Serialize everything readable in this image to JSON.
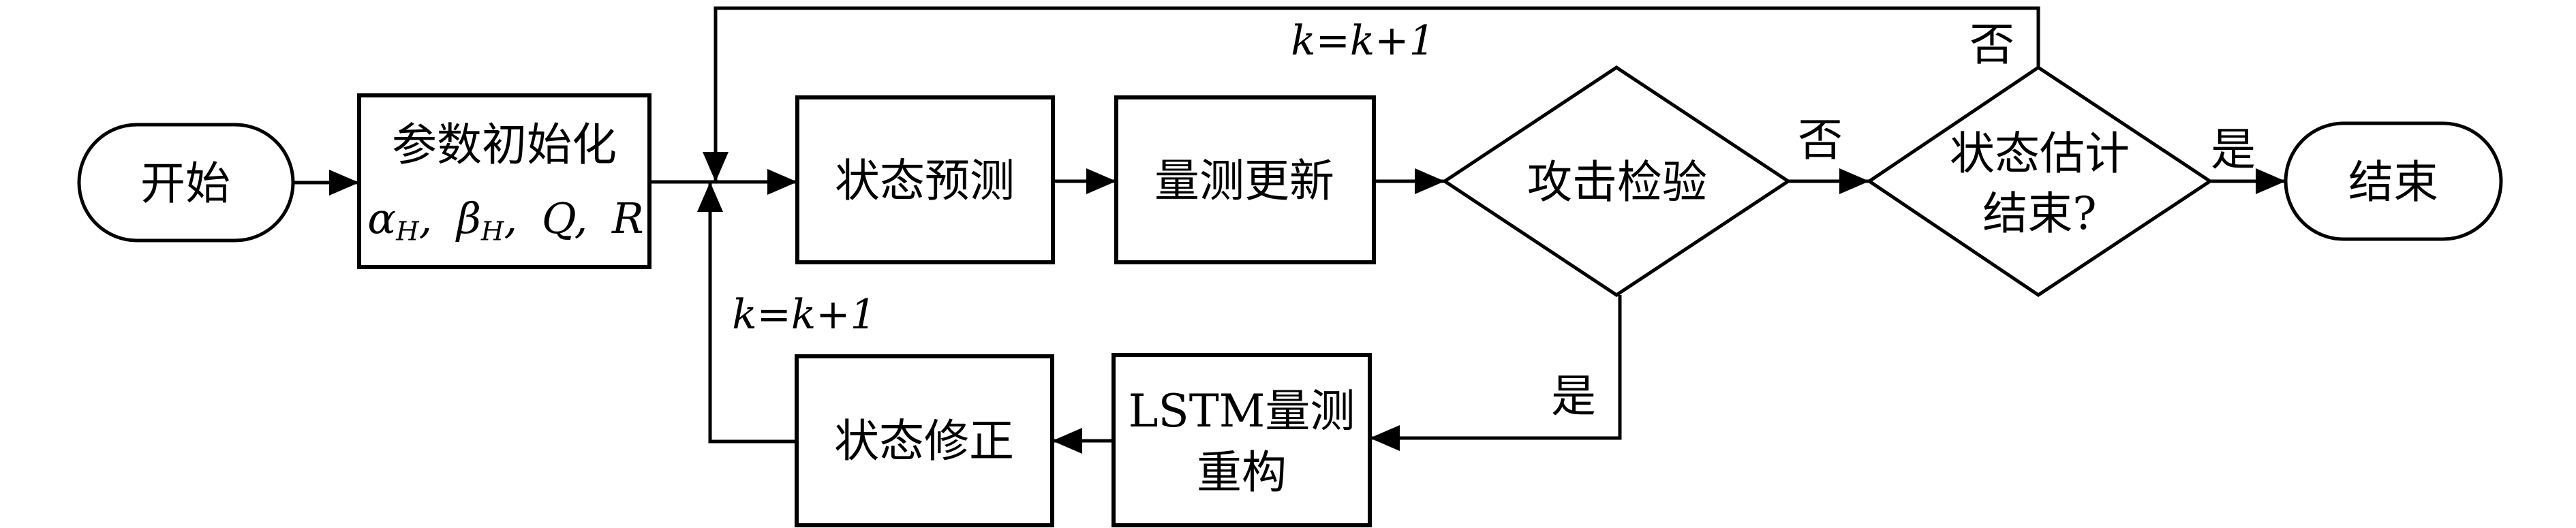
{
  "figure": {
    "bg_color": "#ffffff",
    "stroke_color": "#000000"
  },
  "nodes": {
    "start": {
      "label": "开始"
    },
    "init": {
      "title": "参数初始化",
      "formula": {
        "alpha": "α",
        "alpha_sub": "H",
        "comma1": ", ",
        "beta": "β",
        "beta_sub": "H",
        "comma2": ", ",
        "q": "Q",
        "comma3": ", ",
        "r": "R"
      }
    },
    "predict": {
      "label": "状态预测"
    },
    "update": {
      "label": "量测更新"
    },
    "attack_check": {
      "label": "攻击检验"
    },
    "estimate_done": {
      "line1": "状态估计",
      "line2": "结束?"
    },
    "end": {
      "label": "结束"
    },
    "lstm_reconstruct": {
      "line1": "LSTM量测",
      "line2": "重构"
    },
    "state_correct": {
      "label": "状态修正"
    }
  },
  "edge_labels": {
    "k_update_top": "k=k+1",
    "k_update_left": "k=k+1",
    "attack_no": "否",
    "done_no": "否",
    "done_yes": "是",
    "attack_yes": "是"
  }
}
